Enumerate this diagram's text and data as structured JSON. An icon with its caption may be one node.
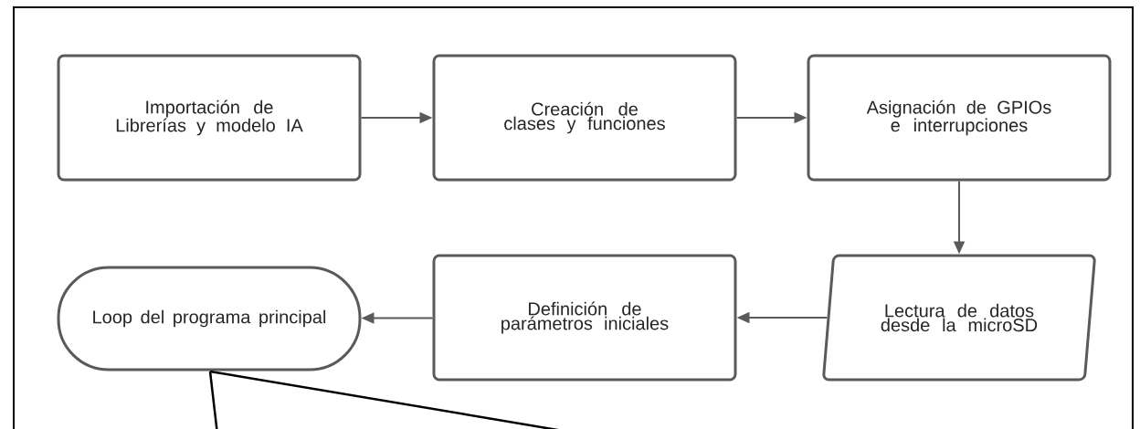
{
  "diagram": {
    "nodes": [
      {
        "text": [
          "Importación de Librerías y modelo IA"
        ]
      },
      {
        "text": [
          "Creación de clases y funciones"
        ]
      },
      {
        "text": [
          "Asignación de GPIOs e interrupciones"
        ]
      },
      {
        "text": [
          "Lectura de datos desde la microSD"
        ]
      },
      {
        "text": [
          "Definición de parámetros iniciales"
        ]
      },
      {
        "text": [
          "Loop del programa principal"
        ]
      }
    ],
    "edges": [
      {
        "from": 0,
        "to": 1,
        "arrow": "to"
      },
      {
        "from": 1,
        "to": 2,
        "arrow": "to"
      },
      {
        "from": 2,
        "to": 3,
        "arrow": "to"
      },
      {
        "from": 3,
        "to": 4,
        "arrow": "to"
      },
      {
        "from": 4,
        "to": 5,
        "arrow": "to"
      },
      {
        "from": 5,
        "to": null,
        "arrow": "none",
        "color": "#000000"
      },
      {
        "from": 5,
        "to": null,
        "arrow": "none",
        "color": "#000000"
      }
    ]
  }
}
